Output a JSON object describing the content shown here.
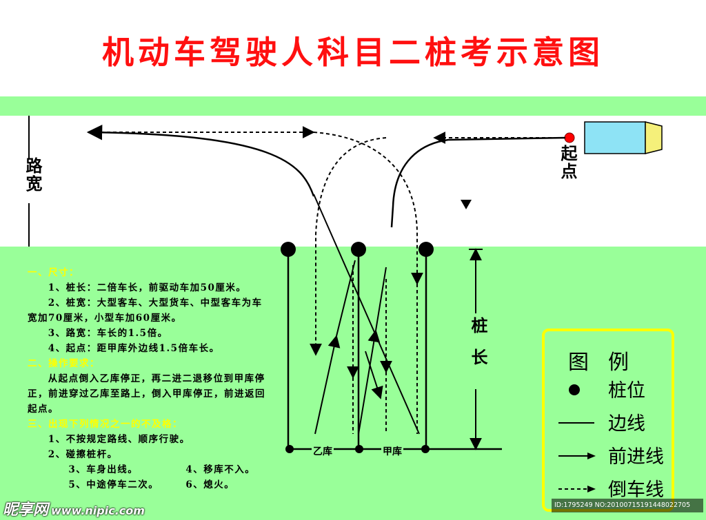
{
  "title": "机动车驾驶人科目二桩考示意图",
  "labels": {
    "road_width": "路宽",
    "start": "起点",
    "pile_length": "桩长",
    "garage_b": "乙库",
    "garage_a": "甲库"
  },
  "notes": {
    "section1_title": "一、尺寸：",
    "s1_item1": "1、桩长：二倍车长，前驱动车加50厘米。",
    "s1_item2": "2、桩宽：大型客车、大型货车、中型客车为车宽加70厘米，小型车加60厘米。",
    "s1_item3": "3、路宽：车长的1.5倍。",
    "s1_item4": "4、起点：距甲库外边线1.5倍车长。",
    "section2_title": "二、操作要求：",
    "s2_text": "从起点倒入乙库停正，再二进二退移位到甲库停正，前进穿过乙库至路上，倒入甲库停正，前进返回起点。",
    "section3_title": "三、出现下列情况之一的不及格：",
    "s3_item1": "1、不按规定路线、顺序行驶。",
    "s3_item2": "2、碰擦桩杆。",
    "s3_item3": "3、车身出线。",
    "s3_item4": "4、移库不入。",
    "s3_item5": "5、中途停车二次。",
    "s3_item6": "6、熄火。"
  },
  "legend": {
    "title": "图例",
    "pile": "桩位",
    "edge_line": "边线",
    "forward_line": "前进线",
    "reverse_line": "倒车线"
  },
  "watermark": {
    "brand": "昵享网",
    "site": "www.nipic.com",
    "id_text": "ID:1795249 NO:20100715191448022705"
  },
  "colors": {
    "title": "#ff1010",
    "field_green": "#99ff99",
    "section_heading": "#ffff00",
    "legend_border": "#ffff00",
    "start_dot": "#ff0000",
    "vehicle_body": "#8ee3f5",
    "vehicle_front": "#f5f07a"
  }
}
